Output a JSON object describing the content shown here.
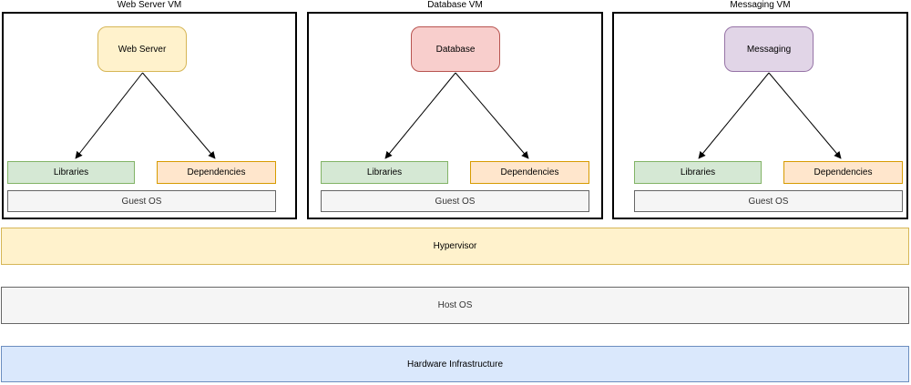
{
  "vms": [
    {
      "title": "Web Server VM",
      "app": "Web Server",
      "libraries": "Libraries",
      "dependencies": "Dependencies",
      "guest_os": "Guest OS",
      "app_fill": "#FFF2CC",
      "app_stroke": "#D6B656"
    },
    {
      "title": "Database VM",
      "app": "Database",
      "libraries": "Libraries",
      "dependencies": "Dependencies",
      "guest_os": "Guest OS",
      "app_fill": "#F8CECC",
      "app_stroke": "#B85450"
    },
    {
      "title": "Messaging VM",
      "app": "Messaging",
      "libraries": "Libraries",
      "dependencies": "Dependencies",
      "guest_os": "Guest OS",
      "app_fill": "#E1D5E7",
      "app_stroke": "#9673A6"
    }
  ],
  "layers": [
    {
      "label": "Hypervisor",
      "fill": "#FFF2CC",
      "stroke": "#D6B656"
    },
    {
      "label": "Host OS",
      "fill": "#F5F5F5",
      "stroke": "#666666"
    },
    {
      "label": "Hardware Infrastructure",
      "fill": "#DAE8FC",
      "stroke": "#6C8EBF"
    }
  ],
  "colors": {
    "libraries_fill": "#D5E8D4",
    "libraries_stroke": "#82B366",
    "dependencies_fill": "#FFE6CC",
    "dependencies_stroke": "#D79B00",
    "guest_os_fill": "#F5F5F5",
    "guest_os_stroke": "#666666",
    "panel_border": "#000000",
    "arrow": "#000000"
  }
}
